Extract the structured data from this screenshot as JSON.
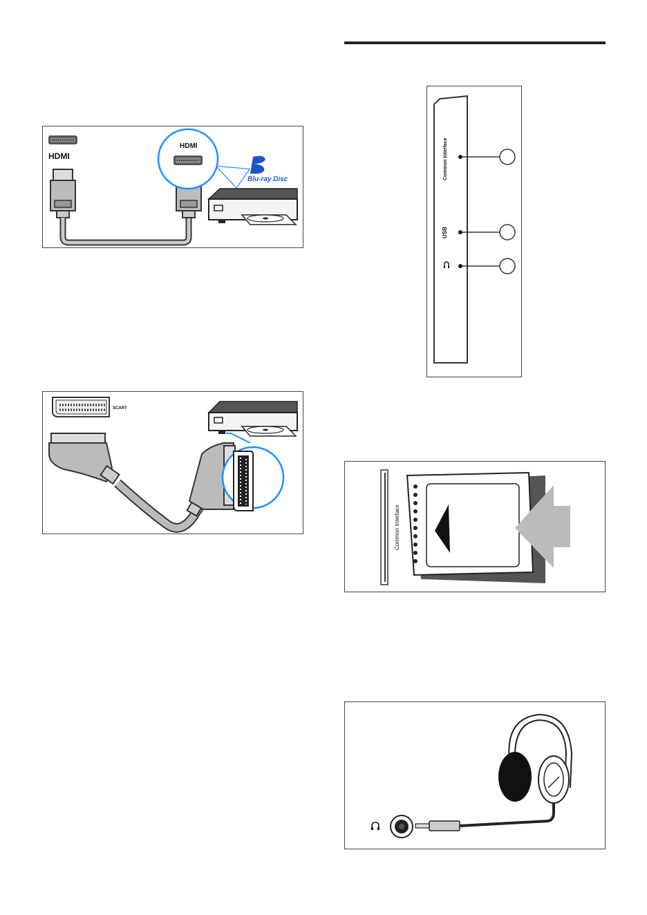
{
  "hdmi_figure": {
    "tv_label": "HDMI",
    "zoom_label": "HDMI",
    "bluray_logo": "Blu-ray Disc"
  },
  "scart_figure": {
    "port_label": "SCART"
  },
  "side_panel": {
    "ci_label": "Common Interface",
    "usb_label": "USB",
    "headphone_icon": "headphone-icon"
  },
  "ci_figure": {
    "slot_label": "Common Interface"
  },
  "headphone_figure": {
    "jack_icon": "headphone-icon"
  }
}
